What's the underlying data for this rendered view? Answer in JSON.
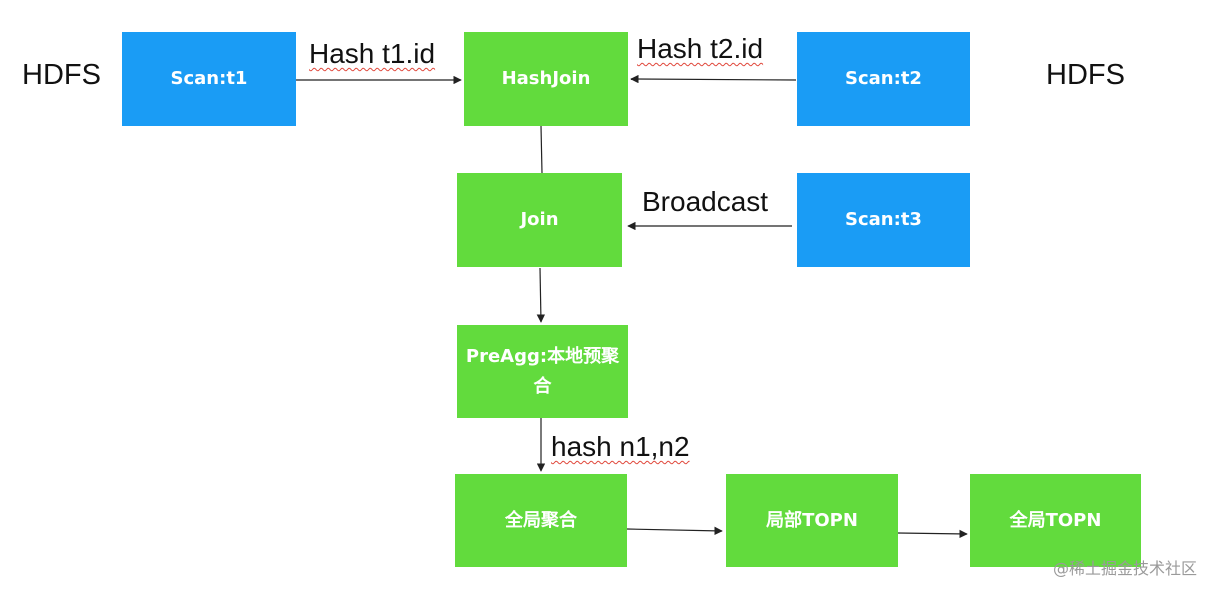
{
  "nodes": {
    "scan_t1": "Scan:t1",
    "hashjoin": "HashJoin",
    "scan_t2": "Scan:t2",
    "join": "Join",
    "scan_t3": "Scan:t3",
    "preagg": "PreAgg:本地预聚合",
    "global_agg": "全局聚合",
    "local_topn": "局部TOPN",
    "global_topn": "全局TOPN"
  },
  "sources": {
    "left": "HDFS",
    "right": "HDFS"
  },
  "edge_labels": {
    "hash_t1": "Hash t1.id",
    "hash_t2": "Hash t2.id",
    "broadcast": "Broadcast",
    "hash_n": "hash n1,n2"
  },
  "watermark": "@稀土掘金技术社区",
  "colors": {
    "scan_node": "#1a9cf5",
    "compute_node": "#62db3d",
    "edge": "#222222"
  }
}
